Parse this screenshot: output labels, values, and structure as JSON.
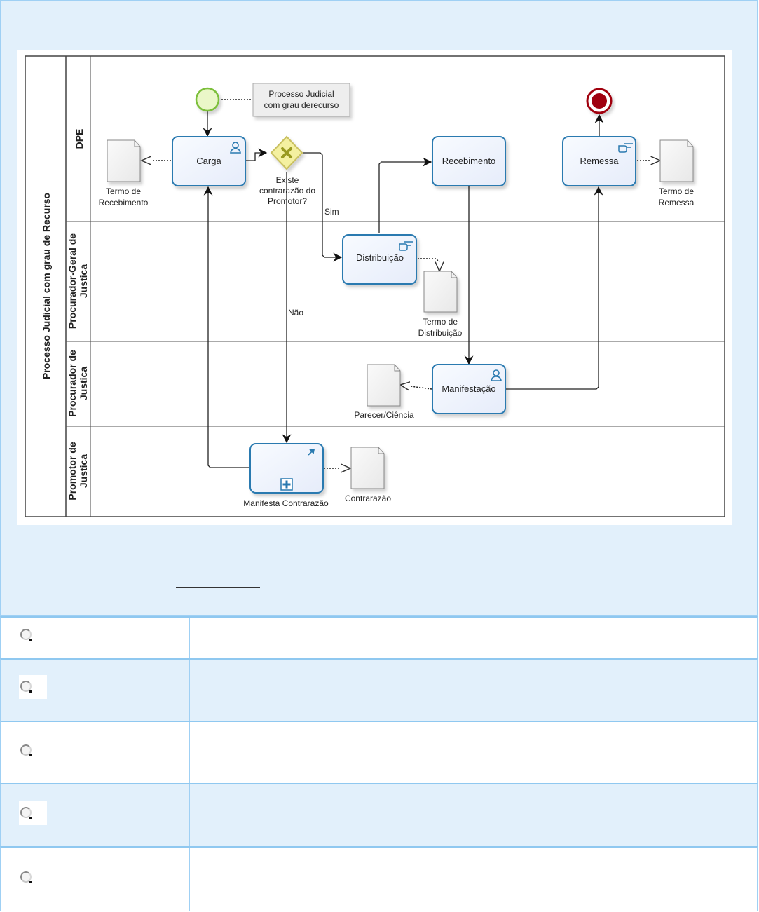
{
  "question": {
    "blank_placeholder": "",
    "diagram": {
      "pool_title": "Processo Judicial com grau de Recurso",
      "lanes": [
        {
          "name": "DPE"
        },
        {
          "name_line1": "Procurador-Geral de",
          "name_line2": "Justica"
        },
        {
          "name_line1": "Procurador de",
          "name_line2": "Justica"
        },
        {
          "name_line1": "Promotor de",
          "name_line2": "Justica"
        }
      ],
      "annotation": {
        "line1": "Processo Judicial",
        "line2": "com grau derecurso"
      },
      "tasks": {
        "carga": "Carga",
        "recebimento": "Recebimento",
        "remessa": "Remessa",
        "distribuicao": "Distribuição",
        "manifestacao": "Manifestação",
        "manifesta_contrarazao": "Manifesta Contrarazão"
      },
      "gateway": {
        "line1": "Existe",
        "line2": "contrarazão do",
        "line3": "Promotor?"
      },
      "flow_labels": {
        "yes": "Sim",
        "no": "Não"
      },
      "documents": {
        "termo_recebimento": {
          "line1": "Termo de",
          "line2": "Recebimento"
        },
        "termo_remessa": {
          "line1": "Termo de",
          "line2": "Remessa"
        },
        "termo_distribuicao": {
          "line1": "Termo de",
          "line2": "Distribuição"
        },
        "parecer": {
          "line1": "Parecer/Ciência"
        },
        "contrarazao": {
          "line1": "Contrarazão"
        }
      },
      "colors": {
        "task_stroke": "#2a7ab0",
        "task_fill": "#eef3fc",
        "start_event": "#7bbf3a",
        "end_event": "#a00010",
        "gateway_fill": "#f4f0a0",
        "gateway_mark": "#9a9a20"
      }
    }
  },
  "answers": [
    {
      "label": ""
    },
    {
      "label": ""
    },
    {
      "label": ""
    },
    {
      "label": ""
    },
    {
      "label": ""
    }
  ]
}
